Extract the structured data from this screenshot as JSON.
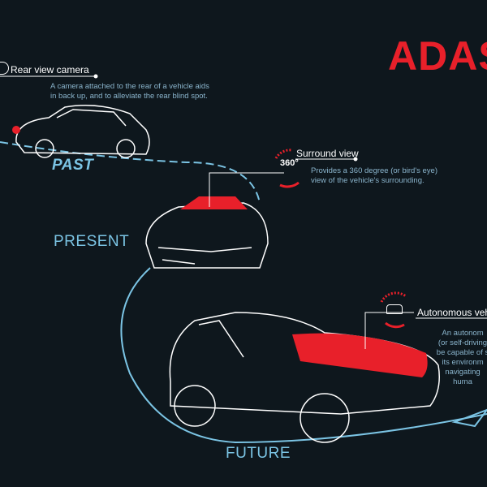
{
  "title": "ADAS",
  "eras": {
    "past": "PAST",
    "present": "PRESENT",
    "future": "FUTURE"
  },
  "features": [
    {
      "name": "Rear view camera",
      "description": [
        "A camera attached to the rear of a vehicle aids",
        "in back up, and to alleviate the rear blind spot."
      ],
      "icon": "camera-icon"
    },
    {
      "name": "Surround view",
      "description": [
        "Provides a 360 degree (or bird's eye)",
        "view of the vehicle's surrounding."
      ],
      "icon": "360-view-icon",
      "icon_text": "360°"
    },
    {
      "name": "Autonomous vehi",
      "description": [
        "An autonom",
        "(or self-driving",
        "be capable of s",
        "its environm",
        "navigating",
        "huma"
      ],
      "icon": "autonomous-car-icon"
    }
  ],
  "colors": {
    "accent": "#e8202a",
    "background": "#0e171d",
    "text": "#8ab4cc",
    "era": "#7bc4e4"
  }
}
